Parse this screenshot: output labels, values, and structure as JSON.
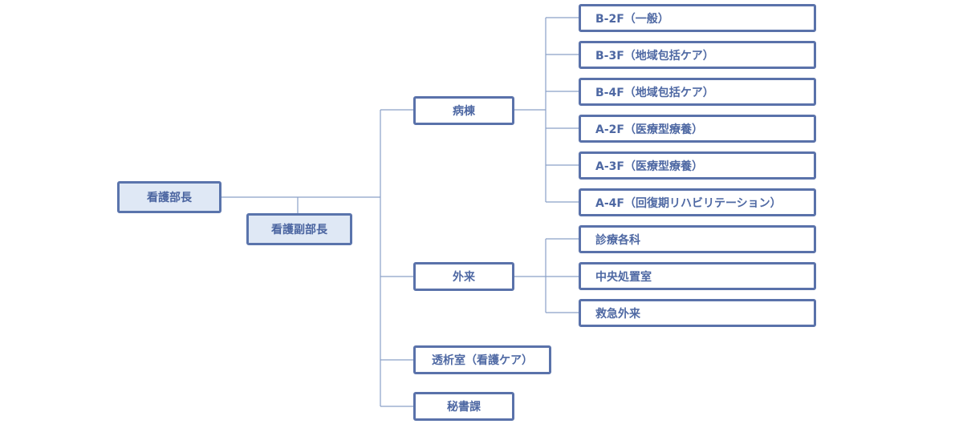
{
  "org_chart": {
    "head": "看護部長",
    "deputy": "看護副部長",
    "departments": {
      "ward": {
        "label": "病棟",
        "units": [
          "B-2F（一般）",
          "B-3F（地域包括ケア）",
          "B-4F（地域包括ケア）",
          "A-2F（医療型療養）",
          "A-3F（医療型療養）",
          "A-4F（回復期リハビリテーション）"
        ]
      },
      "outpatient": {
        "label": "外来",
        "units": [
          "診療各科",
          "中央処置室",
          "救急外来"
        ]
      },
      "dialysis": {
        "label": "透析室（看護ケア）"
      },
      "secretary": {
        "label": "秘書課"
      }
    },
    "colors": {
      "border": "#5a72aa",
      "text": "#4e68a3",
      "exec_fill": "#dfe8f5",
      "connector": "#8aa0c8"
    }
  }
}
